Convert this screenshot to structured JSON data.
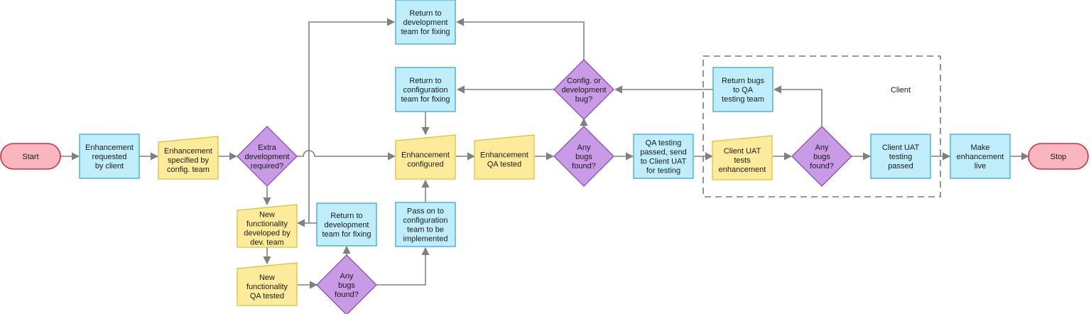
{
  "group": {
    "label": "Client"
  },
  "nodes": {
    "start": [
      "Start"
    ],
    "requested": [
      "Enhancement",
      "requested",
      "by client"
    ],
    "specified": [
      "Enhancement",
      "specified by",
      "config. team"
    ],
    "extra_dev": [
      "Extra",
      "development",
      "required?"
    ],
    "new_func_dev": [
      "New",
      "functionality",
      "developed by",
      "dev. team"
    ],
    "new_func_qa": [
      "New",
      "functionality",
      "QA tested"
    ],
    "bugs1": [
      "Any",
      "bugs",
      "found?"
    ],
    "return_dev_1": [
      "Return to",
      "development",
      "team for fixing"
    ],
    "pass_on": [
      "Pass on to",
      "configuration",
      "team to be",
      "implemented"
    ],
    "return_dev_top": [
      "Return to",
      "development",
      "team for fixing"
    ],
    "return_config": [
      "Return to",
      "configuration",
      "team for fixing"
    ],
    "configured": [
      "Enhancement",
      "configured"
    ],
    "qa_tested": [
      "Enhancement",
      "QA tested"
    ],
    "bugs2": [
      "Any",
      "bugs",
      "found?"
    ],
    "config_or_dev": [
      "Config. or",
      "development",
      "bug?"
    ],
    "qa_passed": [
      "QA testing",
      "passed, send",
      "to Client UAT",
      "for testing"
    ],
    "client_uat": [
      "Client UAT",
      "tests",
      "enhancement"
    ],
    "return_bugs_qa": [
      "Return bugs",
      "to QA",
      "testing team"
    ],
    "bugs3": [
      "Any",
      "bugs",
      "found?"
    ],
    "uat_passed": [
      "Client UAT",
      "testing",
      "passed"
    ],
    "make_live": [
      "Make",
      "enhancement",
      "live"
    ],
    "stop": [
      "Stop"
    ]
  },
  "colors": {
    "process_fill": "#bfeefa",
    "manual_fill": "#fdeb9c",
    "decision_fill": "#c99ae6",
    "terminal_fill": "#f8b6bf",
    "connector": "#808080"
  }
}
